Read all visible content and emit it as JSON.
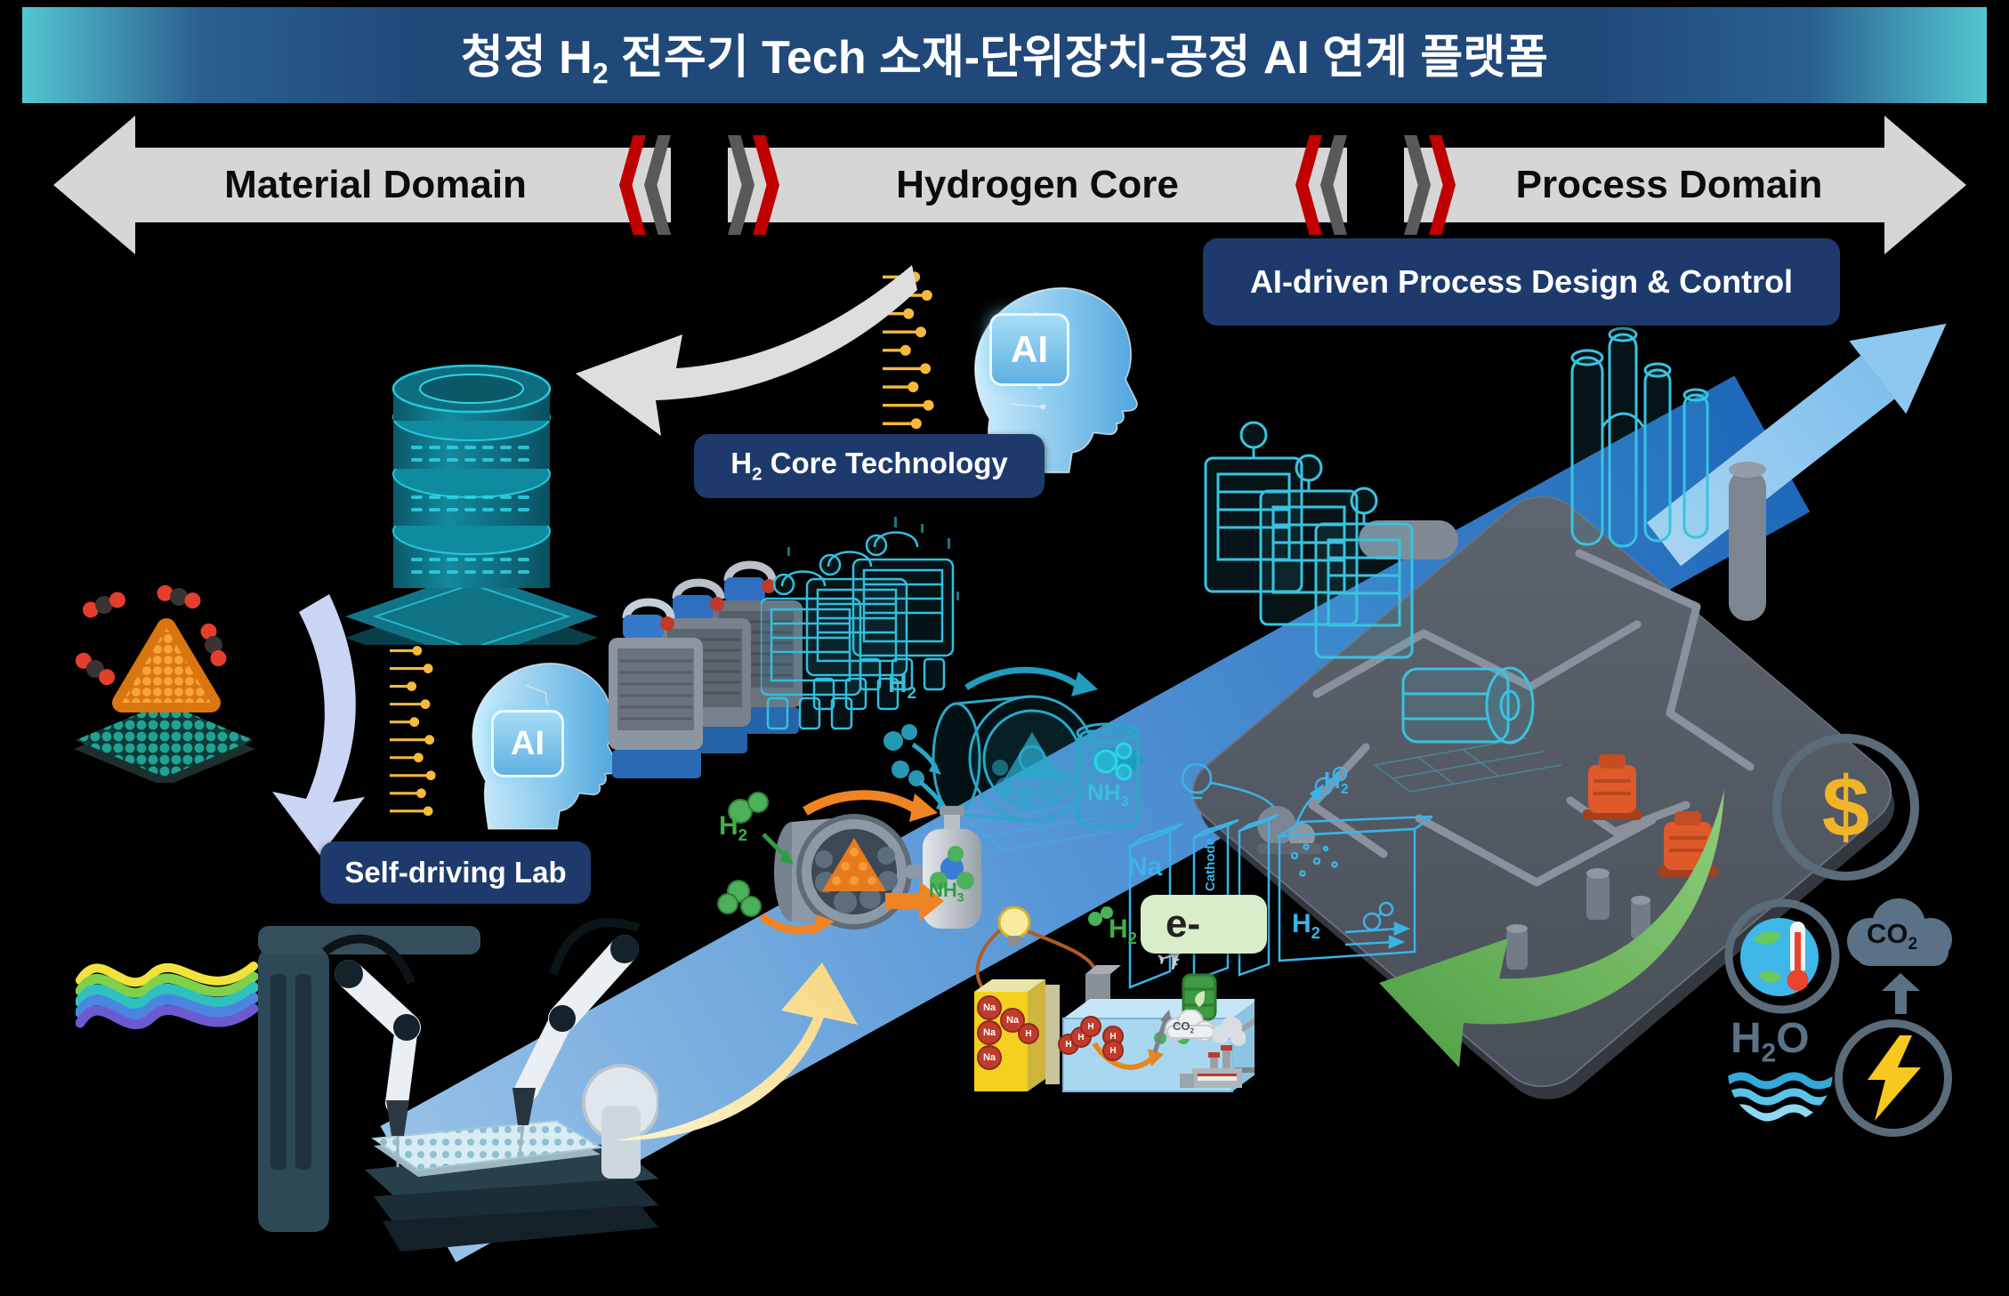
{
  "title": {
    "part1": "청정 H",
    "sub": "2",
    "part2": " 전주기 Tech 소재-단위장치-공정 AI 연계 플랫폼"
  },
  "domain_banner": {
    "material": "Material Domain",
    "hydrogen": "Hydrogen Core",
    "process": "Process Domain"
  },
  "callouts": {
    "ai_process": "AI-driven Process Design & Control",
    "h2_core_pre": "H",
    "h2_core_sub": "2",
    "h2_core_post": " Core Technology",
    "self_driving": "Self-driving Lab",
    "electron": "e-"
  },
  "chips": {
    "ai": "AI",
    "na": "Na",
    "h": "H"
  },
  "formulas": {
    "h2_pre": "H",
    "h2_sub": "2",
    "nh3_pre": "NH",
    "nh3_sub": "3",
    "co2_pre": "CO",
    "co2_sub": "2",
    "h2o_pre": "H",
    "h2o_sub": "2",
    "h2o_post": "O",
    "na": "Na",
    "cathode": "Cathode",
    "dollar": "$"
  },
  "colors": {
    "banner_teal": "#53c6d1",
    "banner_navy": "#20497a",
    "arrow_gray": "#d6d6d6",
    "chevron_red": "#c00000",
    "chevron_gray": "#595959",
    "callout_navy": "#1e3a6c",
    "electron_green": "#d9edca",
    "hologram_teal": "#35c0dc",
    "h2_green": "#3fae49",
    "ribbon_blue": "#2f7fd0",
    "process_board_gray": "#565d68",
    "accent_orange": "#f08424",
    "money_gold": "#f0b429",
    "eco_green": "#5eb552",
    "icon_slate": "#5b7286"
  }
}
